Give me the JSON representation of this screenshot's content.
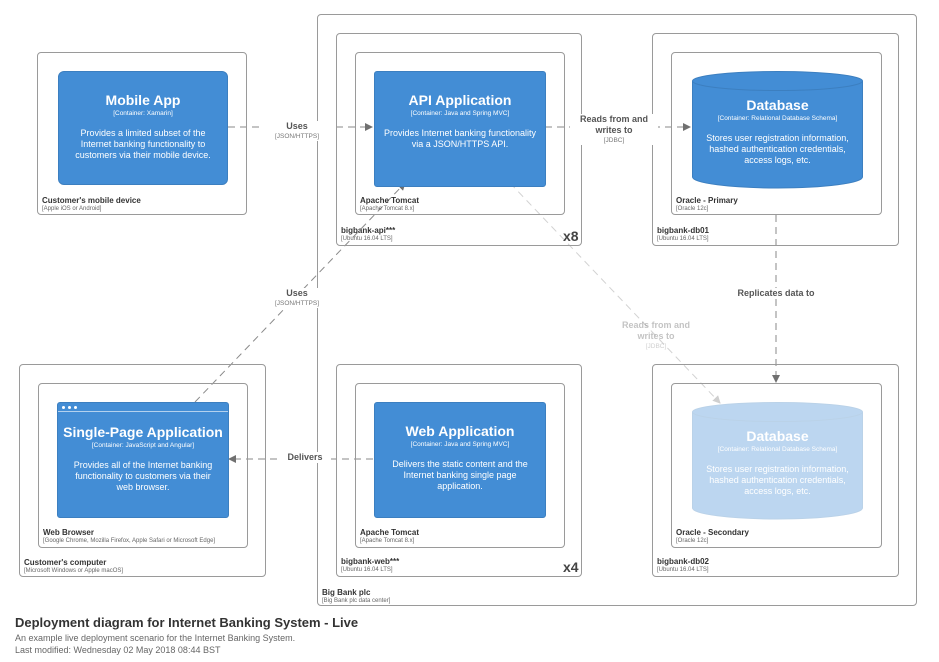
{
  "nodes": {
    "big_bank": {
      "title": "Big Bank plc",
      "sub": "[Big Bank plc data center]"
    },
    "mobile_device": {
      "title": "Customer's mobile device",
      "sub": "[Apple iOS or Android]"
    },
    "customer_computer": {
      "title": "Customer's computer",
      "sub": "[Microsoft Windows or Apple macOS]"
    },
    "web_browser": {
      "title": "Web Browser",
      "sub": "[Google Chrome, Mozilla Firefox, Apple Safari or Microsoft Edge]"
    },
    "bigbank_api": {
      "title": "bigbank-api***",
      "sub": "[Ubuntu 16.04 LTS]",
      "multiplicity": "x8"
    },
    "api_tomcat": {
      "title": "Apache Tomcat",
      "sub": "[Apache Tomcat 8.x]"
    },
    "bigbank_web": {
      "title": "bigbank-web***",
      "sub": "[Ubuntu 16.04 LTS]",
      "multiplicity": "x4"
    },
    "web_tomcat": {
      "title": "Apache Tomcat",
      "sub": "[Apache Tomcat 8.x]"
    },
    "bigbank_db01": {
      "title": "bigbank-db01",
      "sub": "[Ubuntu 16.04 LTS]"
    },
    "oracle_primary": {
      "title": "Oracle - Primary",
      "sub": "[Oracle 12c]"
    },
    "bigbank_db02": {
      "title": "bigbank-db02",
      "sub": "[Ubuntu 16.04 LTS]"
    },
    "oracle_secondary": {
      "title": "Oracle - Secondary",
      "sub": "[Oracle 12c]"
    }
  },
  "containers": {
    "mobile_app": {
      "name": "Mobile App",
      "tech": "[Container: Xamarin]",
      "desc": "Provides a limited subset of the Internet banking functionality to customers via their mobile device."
    },
    "spa": {
      "name": "Single-Page Application",
      "tech": "[Container: JavaScript and Angular]",
      "desc": "Provides all of the Internet banking functionality to customers via their web browser."
    },
    "api_app": {
      "name": "API Application",
      "tech": "[Container: Java and Spring MVC]",
      "desc": "Provides Internet banking functionality via a JSON/HTTPS API."
    },
    "web_app": {
      "name": "Web Application",
      "tech": "[Container: Java and Spring MVC]",
      "desc": "Delivers the static content and the Internet banking single page application."
    },
    "db_primary": {
      "name": "Database",
      "tech": "[Container: Relational Database Schema]",
      "desc": "Stores user registration information, hashed authentication credentials, access logs, etc."
    },
    "db_secondary": {
      "name": "Database",
      "tech": "[Container: Relational Database Schema]",
      "desc": "Stores user registration information, hashed authentication credentials, access logs, etc."
    }
  },
  "relations": {
    "mobile_uses": {
      "label": "Uses",
      "tech": "[JSON/HTTPS]"
    },
    "spa_uses": {
      "label": "Uses",
      "tech": "[JSON/HTTPS]"
    },
    "api_reads": {
      "label": "Reads from and writes to",
      "tech": "[JDBC]"
    },
    "api_reads_secondary": {
      "label": "Reads from and writes to",
      "tech": "[JDBC]"
    },
    "replicates": {
      "label": "Replicates data to",
      "tech": ""
    },
    "delivers": {
      "label": "Delivers",
      "tech": ""
    }
  },
  "colors": {
    "container": "#438dd5",
    "border": "#9a9a9a",
    "line": "#8a8a8a"
  },
  "footer": {
    "title": "Deployment diagram for Internet Banking System - Live",
    "subtitle": "An example live deployment scenario for the Internet Banking System.",
    "modified": "Last modified: Wednesday 02 May 2018 08:44 BST"
  }
}
